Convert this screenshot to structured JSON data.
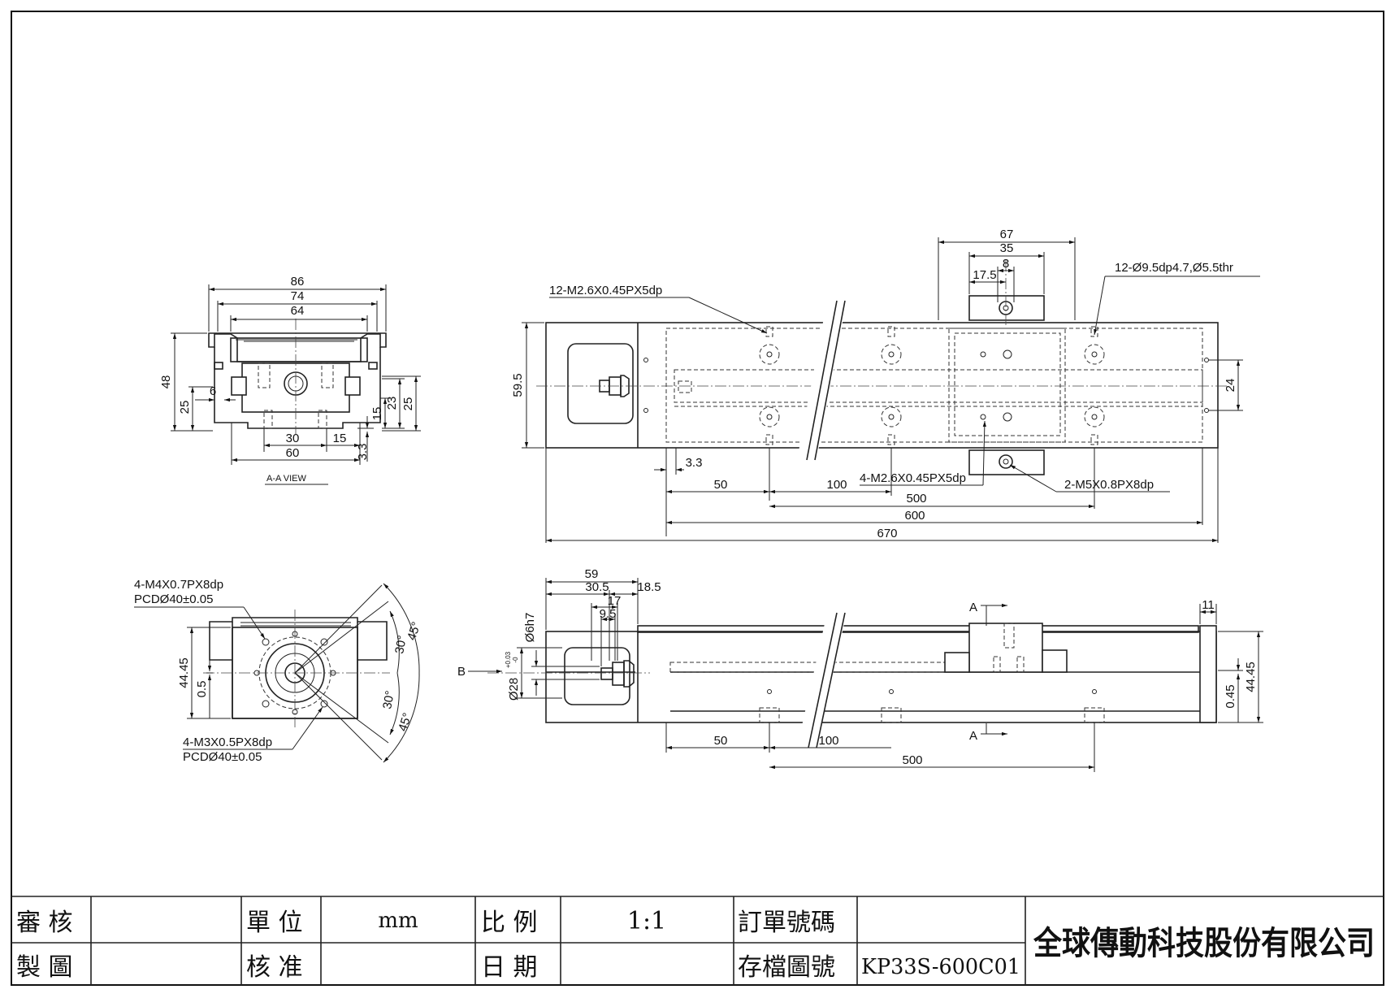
{
  "views": {
    "aa_section": {
      "caption": "A-A VIEW",
      "dims": {
        "w86": "86",
        "w74": "74",
        "w64": "64",
        "h48": "48",
        "h25l": "25",
        "d6": "6",
        "h23": "23",
        "h15": "15",
        "h25r": "25",
        "w30": "30",
        "w15": "15",
        "h3_3": "3.3",
        "w60": "60"
      }
    },
    "end_view": {
      "note_top_1": "4-M4X0.7PX8dp",
      "note_top_2": "PCDØ40±0.05",
      "note_bot_1": "4-M3X0.5PX8dp",
      "note_bot_2": "PCDØ40±0.05",
      "dims": {
        "h44_45": "44.45",
        "h0_5": "0.5",
        "a45_top": "45°",
        "a30_top": "30°",
        "a30_bot": "30°",
        "a45_bot": "45°"
      }
    },
    "top_view": {
      "note_left": "12-M2.6X0.45PX5dp",
      "note_right": "12-Ø9.5dp4.7,Ø5.5thr",
      "note_mid": "4-M2.6X0.45PX5dp",
      "note_slot": "2-M5X0.8PX8dp",
      "dims": {
        "w67": "67",
        "w35": "35",
        "w8": "8",
        "w17_5": "17.5",
        "h59_5": "59.5",
        "h24": "24",
        "d3_3": "3.3",
        "d50": "50",
        "d100": "100",
        "d500": "500",
        "d600": "600",
        "d670": "670"
      }
    },
    "side_view": {
      "arrow_label": "B",
      "section_a_top": "A",
      "section_a_bot": "A",
      "dims": {
        "w59": "59",
        "w30_5": "30.5",
        "w18_5": "18.5",
        "w17": "17",
        "w9_5": "9.5",
        "d6h7": "Ø6h7",
        "d28": "Ø28",
        "tol_up": "+0.03",
        "tol_lo": "-0",
        "w11": "11",
        "h0_45": "0.45",
        "h44_45": "44.45",
        "d50": "50",
        "d100": "100",
        "d500": "500"
      }
    }
  },
  "title_block": {
    "reviewed_label": "審 核",
    "reviewed_value": "",
    "unit_label": "單 位",
    "unit_value": "mm",
    "scale_label": "比 例",
    "scale_value": "1:1",
    "order_label": "訂單號碼",
    "order_value": "",
    "drawn_label": "製 圖",
    "drawn_value": "",
    "approved_label": "核 准",
    "approved_value": "",
    "date_label": "日 期",
    "date_value": "",
    "file_label": "存檔圖號",
    "file_value": "KP33S-600C01",
    "company": "全球傳動科技股份有限公司"
  }
}
